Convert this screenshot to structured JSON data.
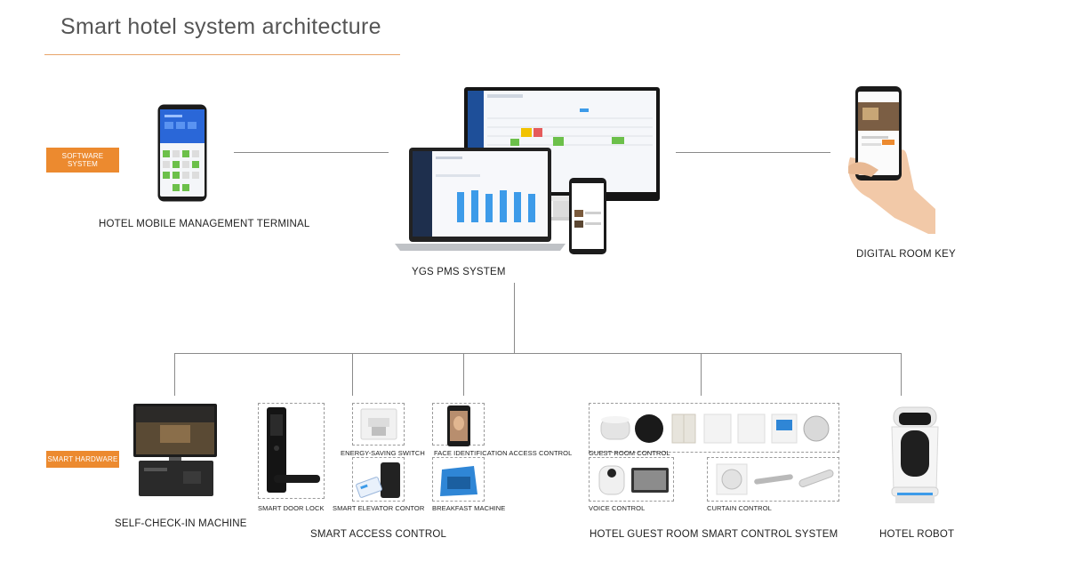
{
  "title": "Smart hotel system architecture",
  "tags": {
    "software": "SOFTWARE SYSTEM",
    "hardware": "SMART HARDWARE"
  },
  "software": {
    "mobile_terminal": "HOTEL MOBILE MANAGEMENT TERMINAL",
    "pms": "YGS PMS SYSTEM",
    "room_key": "DIGITAL ROOM KEY"
  },
  "hardware": {
    "self_checkin": "SELF-CHECK-IN MACHINE",
    "access_control": {
      "label": "SMART ACCESS CONTROL",
      "items": {
        "door_lock": "SMART DOOR LOCK",
        "energy_switch": "ENERGY-SAVING SWITCH",
        "face_id": "FACE IDENTIFICATION ACCESS CONTROL",
        "elevator": "SMART ELEVATOR CONTOR",
        "breakfast": "BREAKFAST MACHINE"
      }
    },
    "guest_room": {
      "label": "HOTEL GUEST ROOM SMART CONTROL SYSTEM",
      "items": {
        "room_control": "GUEST ROOM CONTROL",
        "voice": "VOICE CONTROL",
        "curtain": "CURTAIN CONTROL"
      }
    },
    "robot": "HOTEL ROBOT"
  },
  "colors": {
    "accent": "#ec8a2f",
    "connector": "#8a8a8a",
    "chart_bar": "#3d9be9",
    "grid_green": "#6cc04a"
  },
  "icons": {
    "phone": "smartphone-icon",
    "monitor": "desktop-monitor-icon",
    "laptop": "laptop-icon",
    "hand_phone": "hand-holding-phone-icon",
    "kiosk": "self-checkin-kiosk-icon",
    "door_lock": "door-lock-icon",
    "switch": "energy-switch-icon",
    "face_terminal": "face-terminal-icon",
    "elevator_reader": "elevator-card-reader-icon",
    "breakfast": "breakfast-machine-icon",
    "speaker": "smart-speaker-icon",
    "panel": "control-panel-icon",
    "curtain": "curtain-motor-icon",
    "robot": "robot-icon"
  }
}
